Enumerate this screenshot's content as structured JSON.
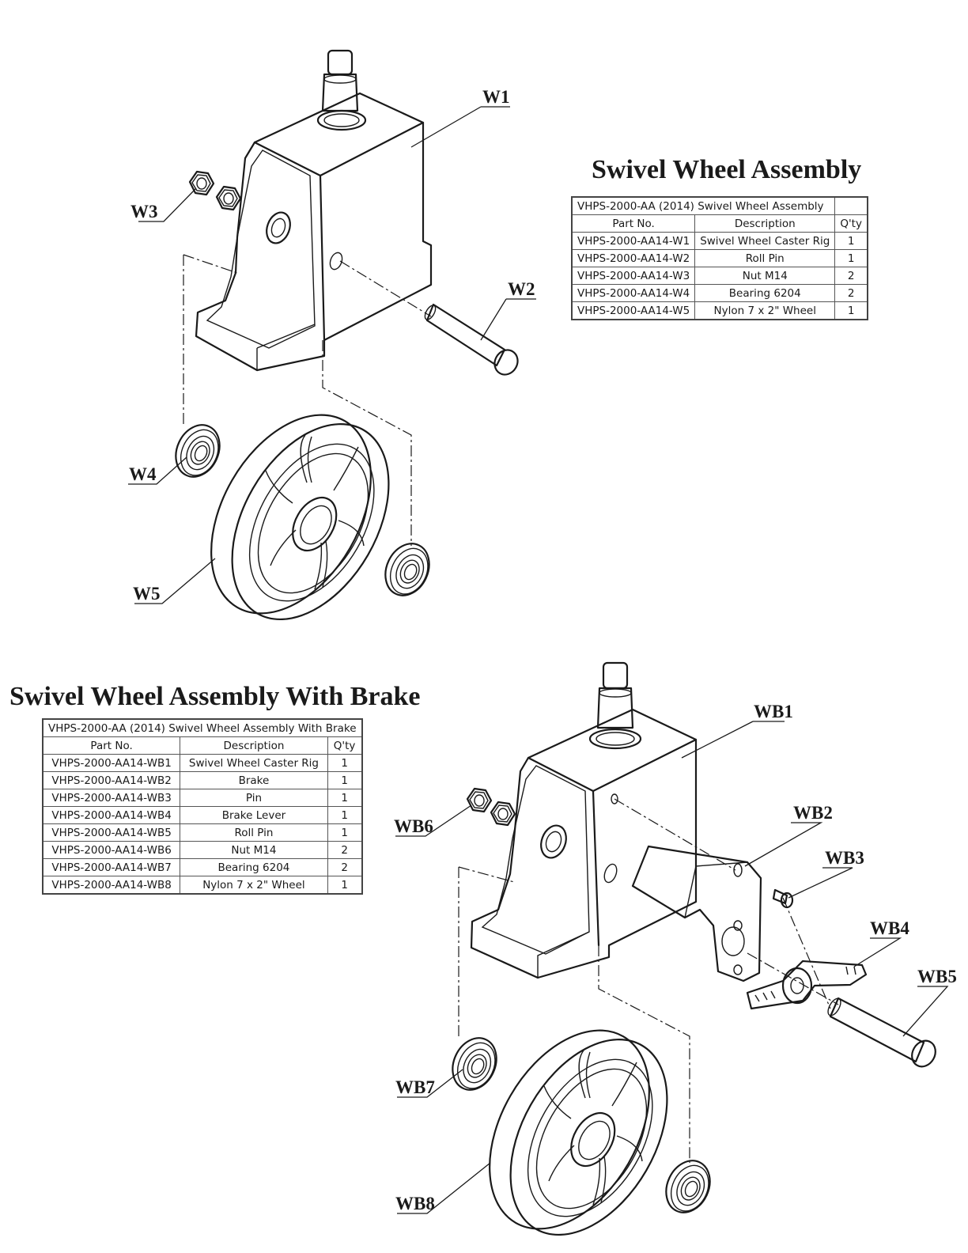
{
  "assembly_1": {
    "title": "Swivel Wheel Assembly",
    "table_caption": "VHPS-2000-AA (2014) Swivel Wheel Assembly",
    "headers": [
      "Part No.",
      "Description",
      "Q'ty"
    ],
    "rows": [
      [
        "VHPS-2000-AA14-W1",
        "Swivel Wheel Caster Rig",
        "1"
      ],
      [
        "VHPS-2000-AA14-W2",
        "Roll Pin",
        "1"
      ],
      [
        "VHPS-2000-AA14-W3",
        "Nut M14",
        "2"
      ],
      [
        "VHPS-2000-AA14-W4",
        "Bearing 6204",
        "2"
      ],
      [
        "VHPS-2000-AA14-W5",
        "Nylon 7 x 2\" Wheel",
        "1"
      ]
    ],
    "callouts": [
      "W1",
      "W2",
      "W3",
      "W4",
      "W5"
    ]
  },
  "assembly_2": {
    "title": "Swivel Wheel Assembly With Brake",
    "table_caption": "VHPS-2000-AA (2014) Swivel Wheel Assembly With Brake",
    "headers": [
      "Part No.",
      "Description",
      "Q'ty"
    ],
    "rows": [
      [
        "VHPS-2000-AA14-WB1",
        "Swivel Wheel Caster Rig",
        "1"
      ],
      [
        "VHPS-2000-AA14-WB2",
        "Brake",
        "1"
      ],
      [
        "VHPS-2000-AA14-WB3",
        "Pin",
        "1"
      ],
      [
        "VHPS-2000-AA14-WB4",
        "Brake Lever",
        "1"
      ],
      [
        "VHPS-2000-AA14-WB5",
        "Roll Pin",
        "1"
      ],
      [
        "VHPS-2000-AA14-WB6",
        "Nut M14",
        "2"
      ],
      [
        "VHPS-2000-AA14-WB7",
        "Bearing 6204",
        "2"
      ],
      [
        "VHPS-2000-AA14-WB8",
        "Nylon 7 x 2\" Wheel",
        "1"
      ]
    ],
    "callouts": [
      "WB1",
      "WB2",
      "WB3",
      "WB4",
      "WB5",
      "WB6",
      "WB7",
      "WB8"
    ]
  }
}
